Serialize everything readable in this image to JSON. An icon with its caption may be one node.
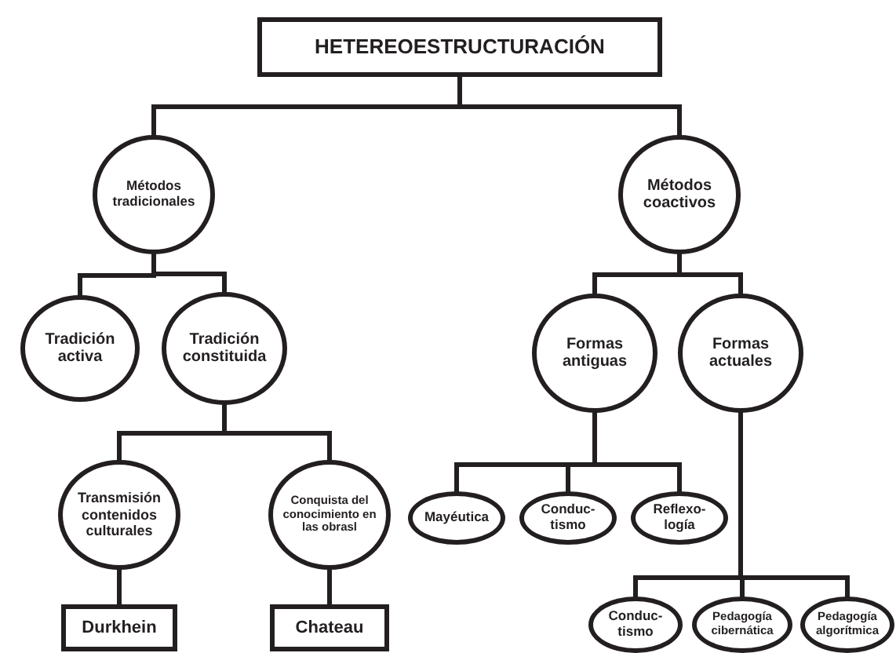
{
  "diagram": {
    "nodes": [
      {
        "text": [
          "HETEREOESTRUCTURACIÓN"
        ]
      },
      {
        "text": [
          "Métodos tradicionales"
        ]
      },
      {
        "text": [
          "Métodos coactivos"
        ]
      },
      {
        "text": [
          "Tradición activa"
        ]
      },
      {
        "text": [
          "Tradición constituida"
        ]
      },
      {
        "text": [
          "Transmisión contenidos culturales"
        ]
      },
      {
        "text": [
          "Conquista del conocimiento en las obrasl"
        ]
      },
      {
        "text": [
          "Durkhein"
        ]
      },
      {
        "text": [
          "Chateau"
        ]
      },
      {
        "text": [
          "Formas antiguas"
        ]
      },
      {
        "text": [
          "Formas actuales"
        ]
      },
      {
        "text": [
          "Mayéutica"
        ]
      },
      {
        "text": [
          "Conduc- tismo"
        ]
      },
      {
        "text": [
          "Reflexo- logía"
        ]
      },
      {
        "text": [
          "Conduc- tismo"
        ]
      },
      {
        "text": [
          "Pedagogía cibernática"
        ]
      },
      {
        "text": [
          "Pedagogía algorítmica"
        ]
      }
    ],
    "edges": [
      {
        "from": 0,
        "to": 1,
        "arrow": "none"
      },
      {
        "from": 0,
        "to": 2,
        "arrow": "none"
      },
      {
        "from": 1,
        "to": 3,
        "arrow": "none"
      },
      {
        "from": 1,
        "to": 4,
        "arrow": "none"
      },
      {
        "from": 4,
        "to": 5,
        "arrow": "none"
      },
      {
        "from": 4,
        "to": 6,
        "arrow": "none"
      },
      {
        "from": 5,
        "to": 7,
        "arrow": "none"
      },
      {
        "from": 6,
        "to": 8,
        "arrow": "none"
      },
      {
        "from": 2,
        "to": 9,
        "arrow": "none"
      },
      {
        "from": 2,
        "to": 10,
        "arrow": "none"
      },
      {
        "from": 9,
        "to": 11,
        "arrow": "none"
      },
      {
        "from": 9,
        "to": 12,
        "arrow": "none"
      },
      {
        "from": 9,
        "to": 13,
        "arrow": "none"
      },
      {
        "from": 10,
        "to": 14,
        "arrow": "none"
      },
      {
        "from": 10,
        "to": 15,
        "arrow": "none"
      },
      {
        "from": 10,
        "to": 16,
        "arrow": "none"
      }
    ]
  }
}
